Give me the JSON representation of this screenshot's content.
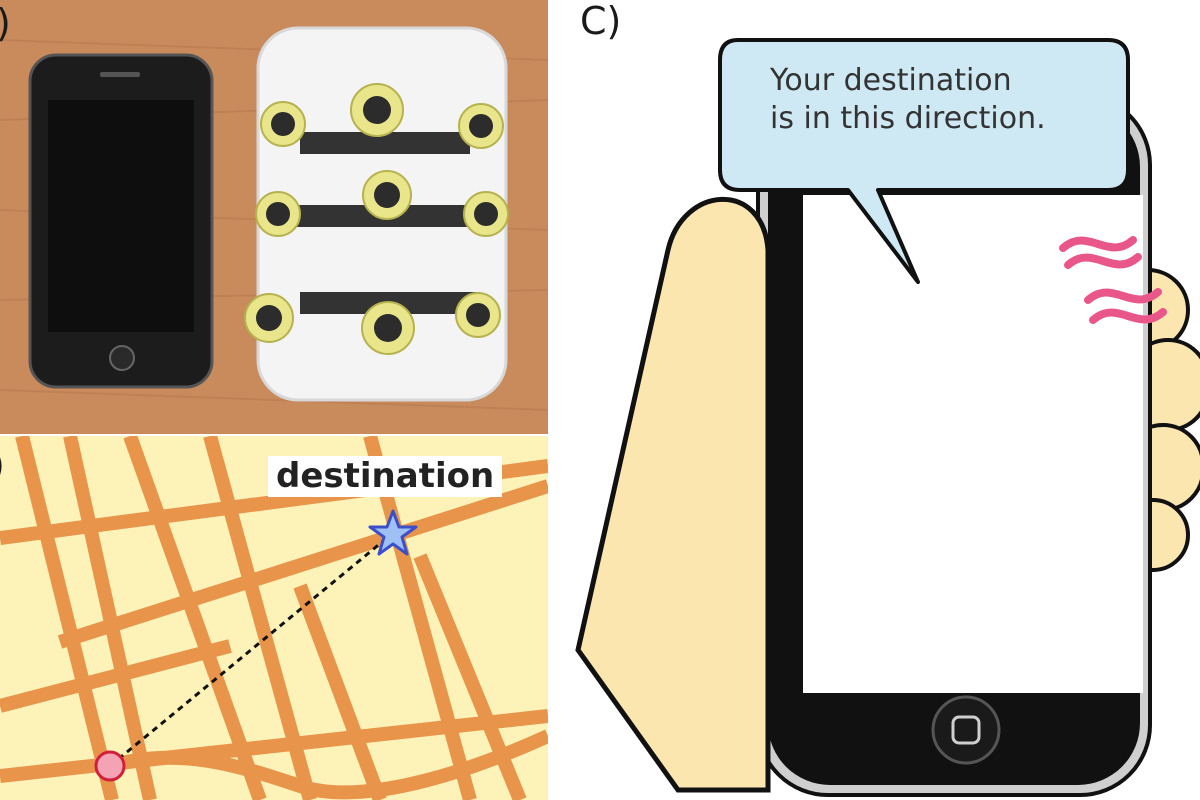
{
  "panels": {
    "a": {
      "label": ")"
    },
    "b": {
      "label": ")",
      "destination_label": "destination"
    },
    "c": {
      "label": "C)",
      "speech_line_1": "Your destination",
      "speech_line_2": "is in this direction."
    }
  },
  "colors": {
    "table_wood": "#c98a5c",
    "map_background": "#fdf2b8",
    "road": "#e8944a",
    "destination_star": "#5b6fd8",
    "current_location": "#f4a3b5",
    "speech_bubble": "#cfe9f4",
    "hand_skin": "#fbe6b0",
    "vibration": "#e9568a"
  },
  "icons": [
    "smartphone-photo",
    "vibration-motor-prototype",
    "destination-star-icon",
    "current-location-icon",
    "home-button-icon",
    "vibration-icon"
  ]
}
